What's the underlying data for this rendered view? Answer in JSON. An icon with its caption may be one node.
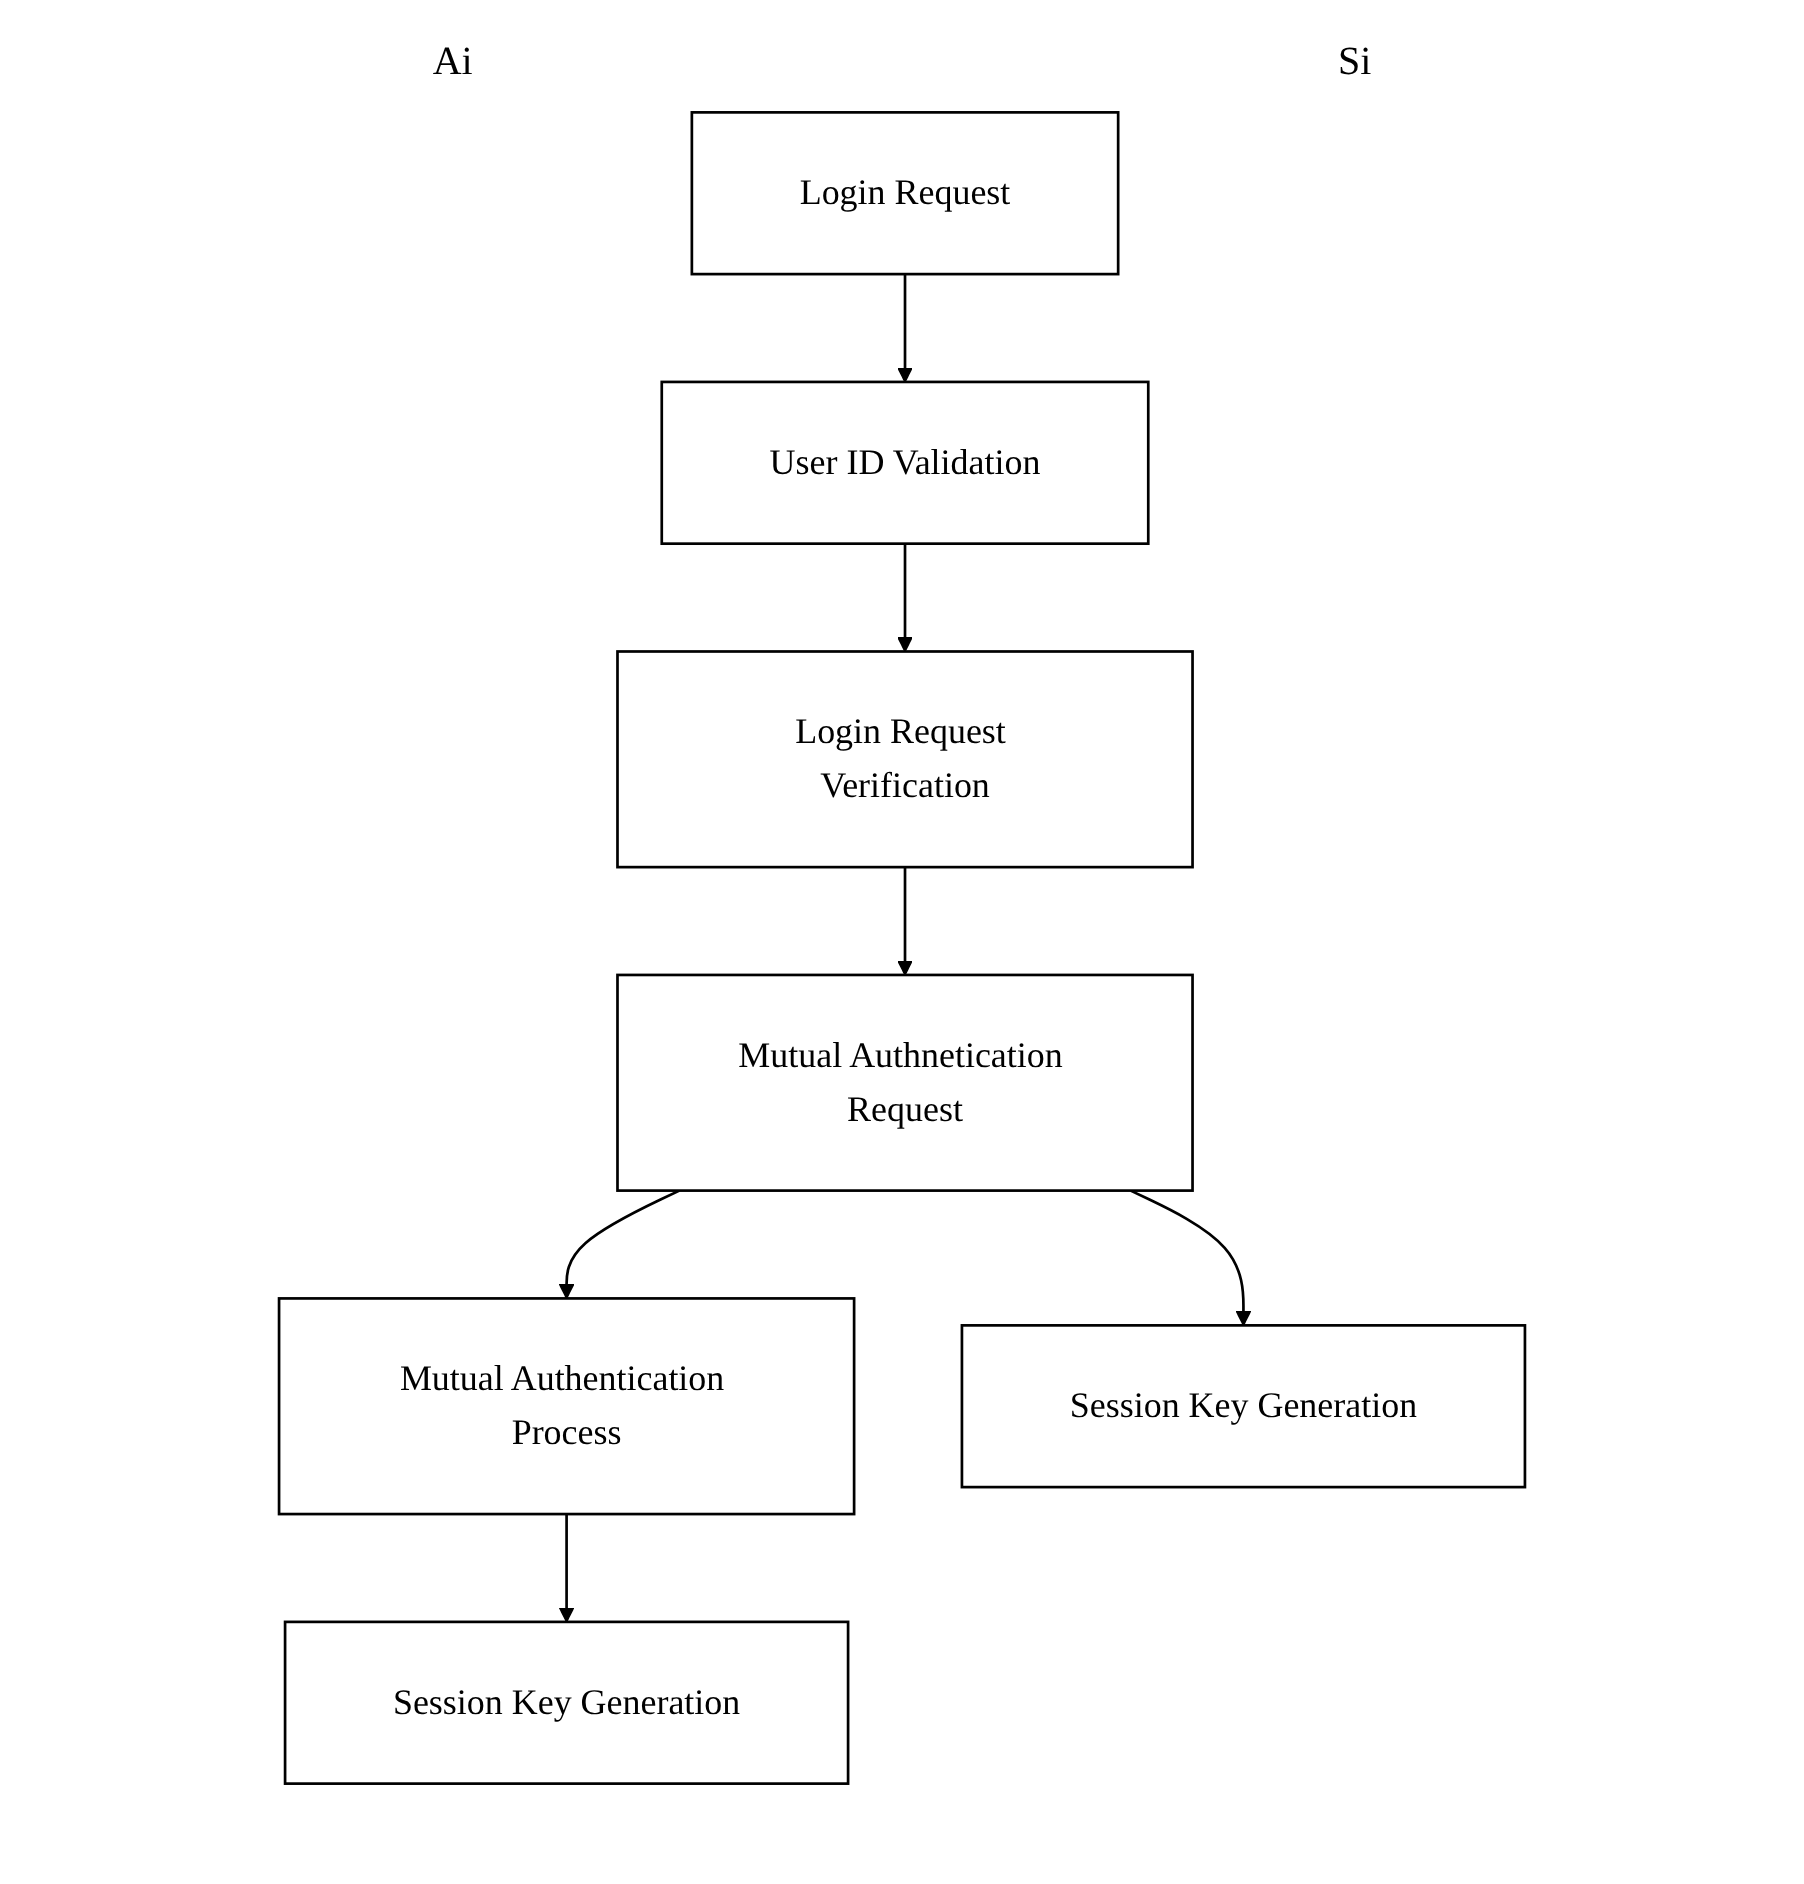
{
  "diagram": {
    "nodes": [
      {
        "text": [
          "Login Request"
        ]
      },
      {
        "text": [
          "User ID Validation"
        ]
      },
      {
        "text": [
          "Login Request Verification"
        ]
      },
      {
        "text": [
          "Mutual Authentication Process"
        ]
      },
      {
        "text": [
          "Mutual Authnetication Request"
        ]
      },
      {
        "text": [
          "Session Key Generation"
        ]
      },
      {
        "text": [
          "Session Key Generation"
        ]
      }
    ],
    "edges": [
      {
        "from": 0,
        "to": 1,
        "arrow": "to"
      },
      {
        "from": 1,
        "to": 2,
        "arrow": "to"
      },
      {
        "from": 2,
        "to": 4,
        "arrow": "to"
      },
      {
        "from": 4,
        "to": 3,
        "arrow": "to"
      },
      {
        "from": 3,
        "to": 5,
        "arrow": "to"
      },
      {
        "from": 4,
        "to": 6,
        "arrow": "to"
      }
    ],
    "labels": [
      "Ai",
      "Si"
    ]
  }
}
